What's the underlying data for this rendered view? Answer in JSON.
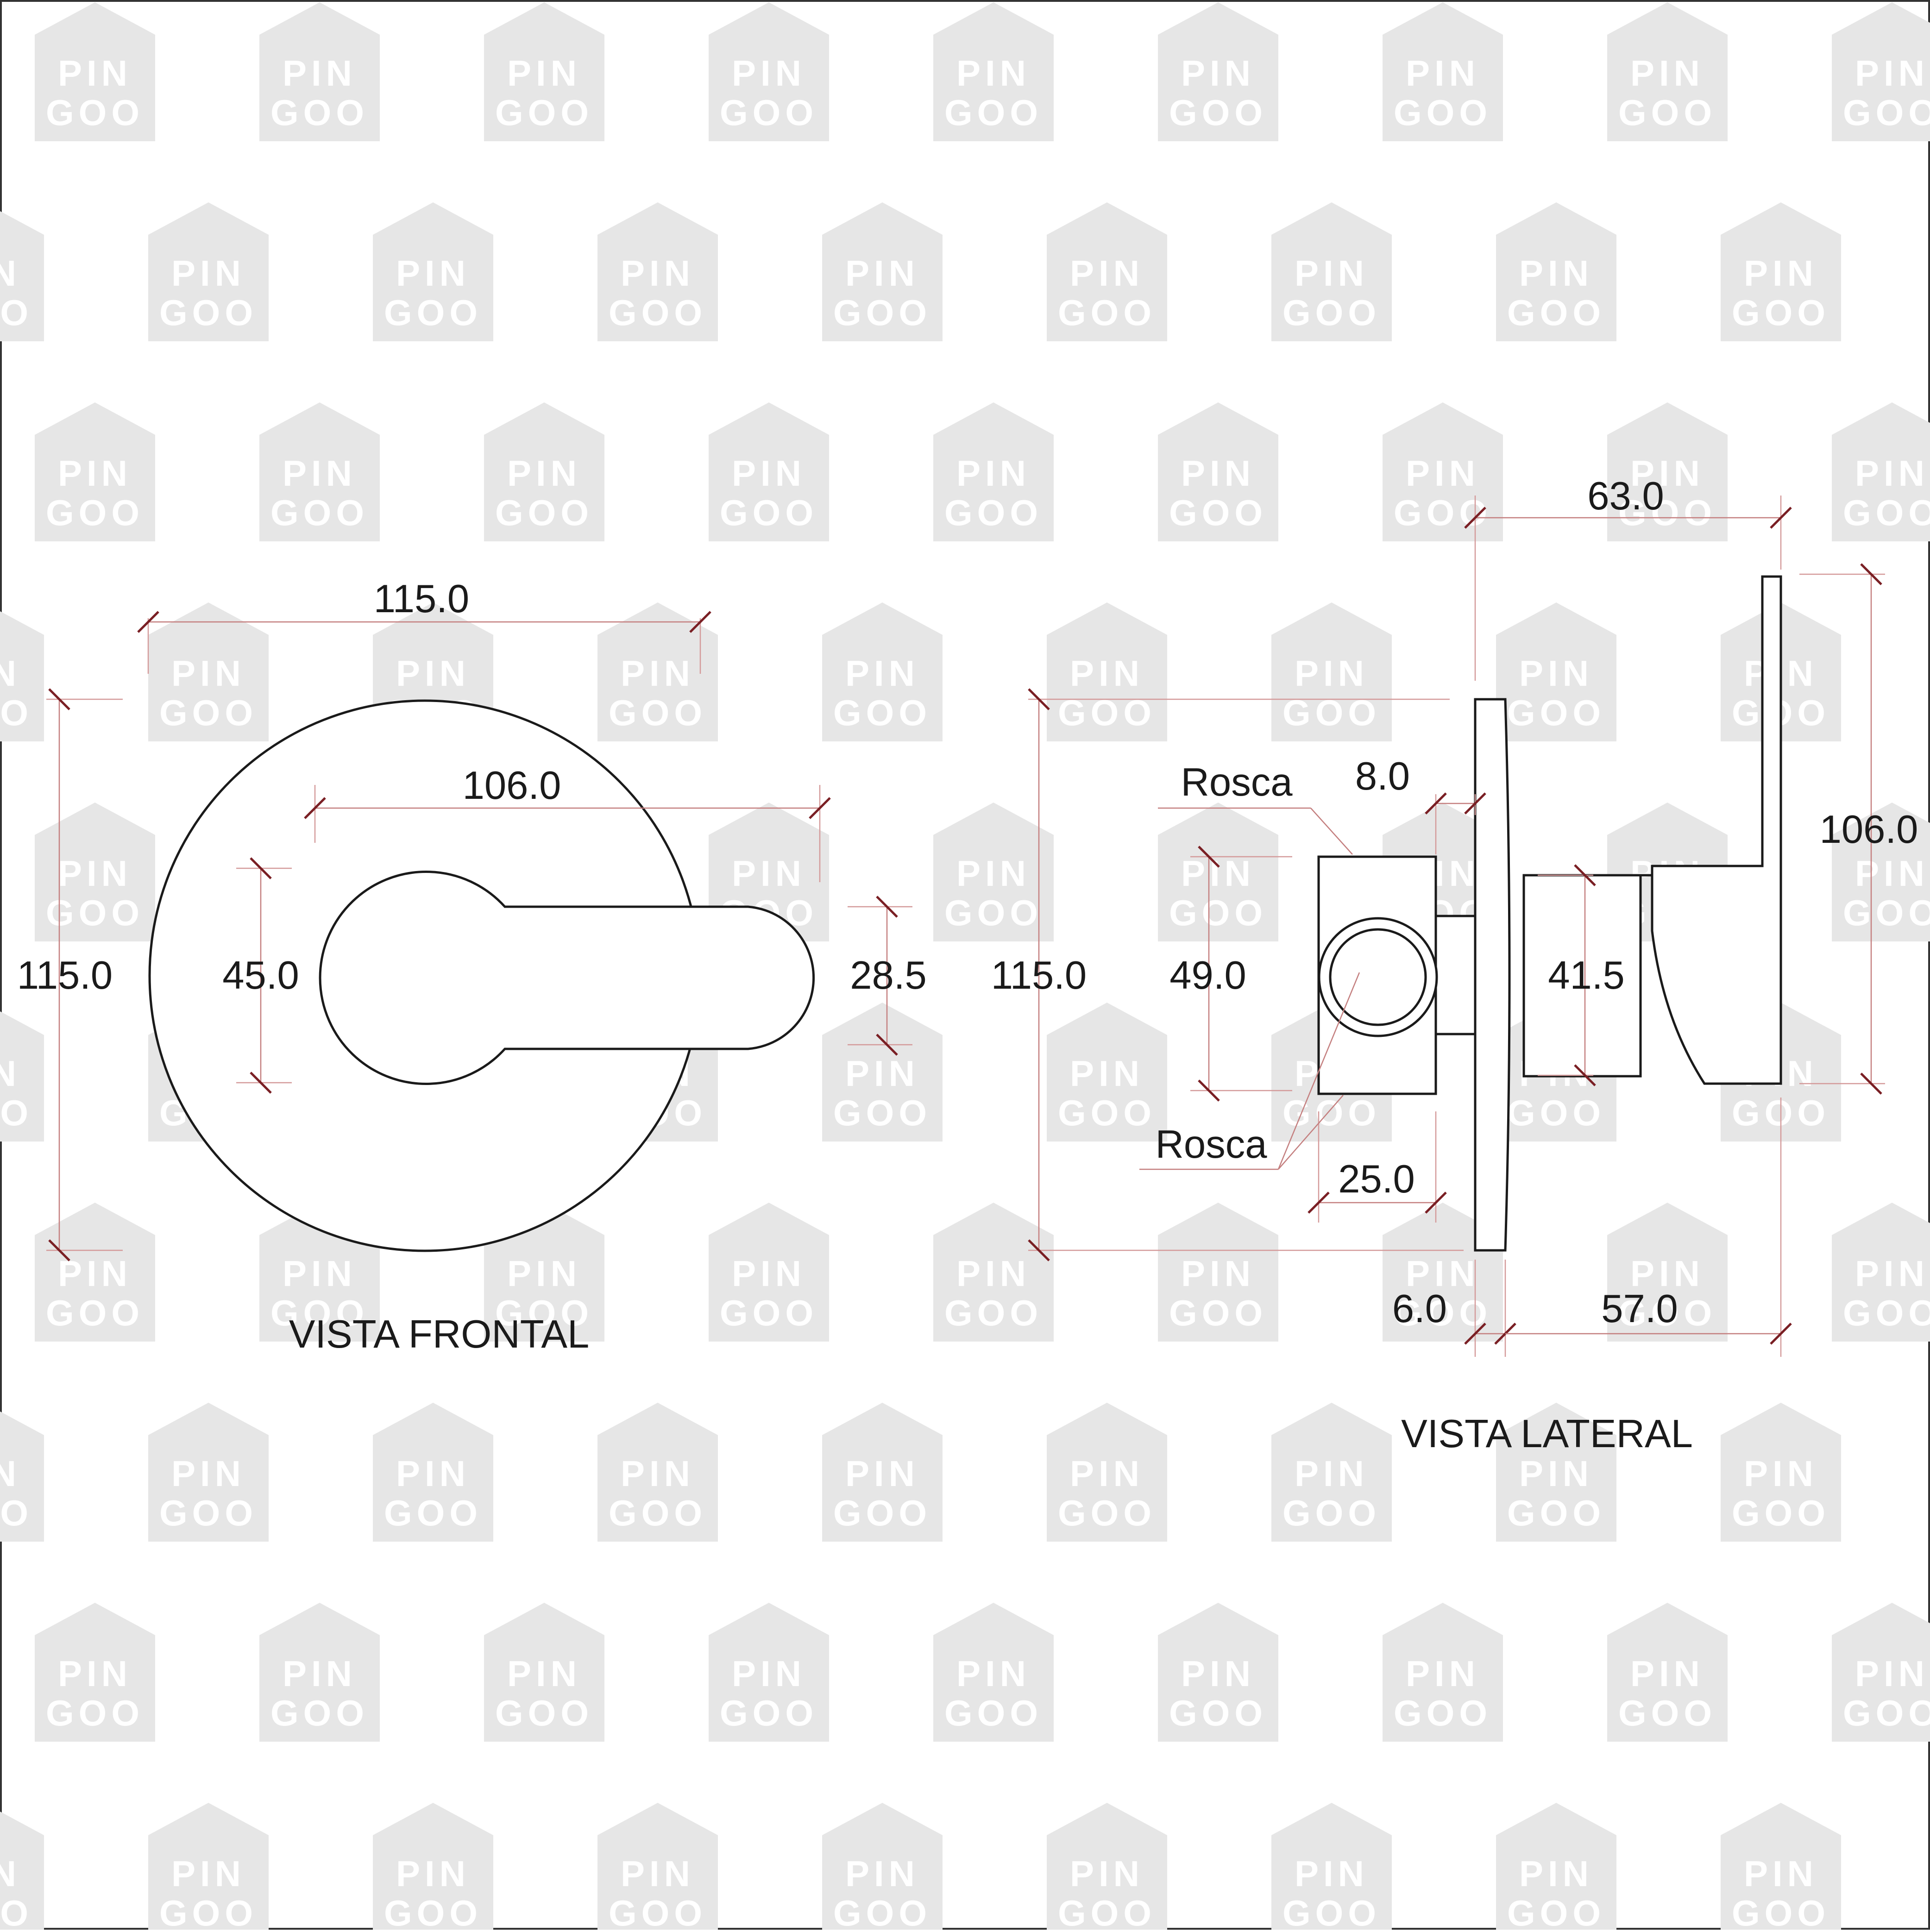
{
  "watermark": {
    "line1": "PIN",
    "line2": "GOO",
    "color": "#e6e6e6"
  },
  "colors": {
    "outline": "#1a1a1a",
    "dimension_line": "#c47f7f",
    "tick_mark": "#7a1f24",
    "frame": "#333333"
  },
  "views": {
    "front": {
      "title": "VISTA FRONTAL",
      "dims": {
        "plate_width": "115.0",
        "plate_height": "115.0",
        "handle_length": "106.0",
        "hub_diameter": "45.0",
        "lever_width": "28.5"
      }
    },
    "side": {
      "title": "VISTA LATERAL",
      "dims": {
        "total_depth": "63.0",
        "lever_height": "106.0",
        "plate_height": "115.0",
        "thread_length": "8.0",
        "body_height": "49.0",
        "stem_diameter": "41.5",
        "body_width": "25.0",
        "plate_thickness": "6.0",
        "handle_depth": "57.0"
      },
      "labels": {
        "thread_top": "Rosca",
        "thread_bottom": "Rosca"
      }
    }
  }
}
